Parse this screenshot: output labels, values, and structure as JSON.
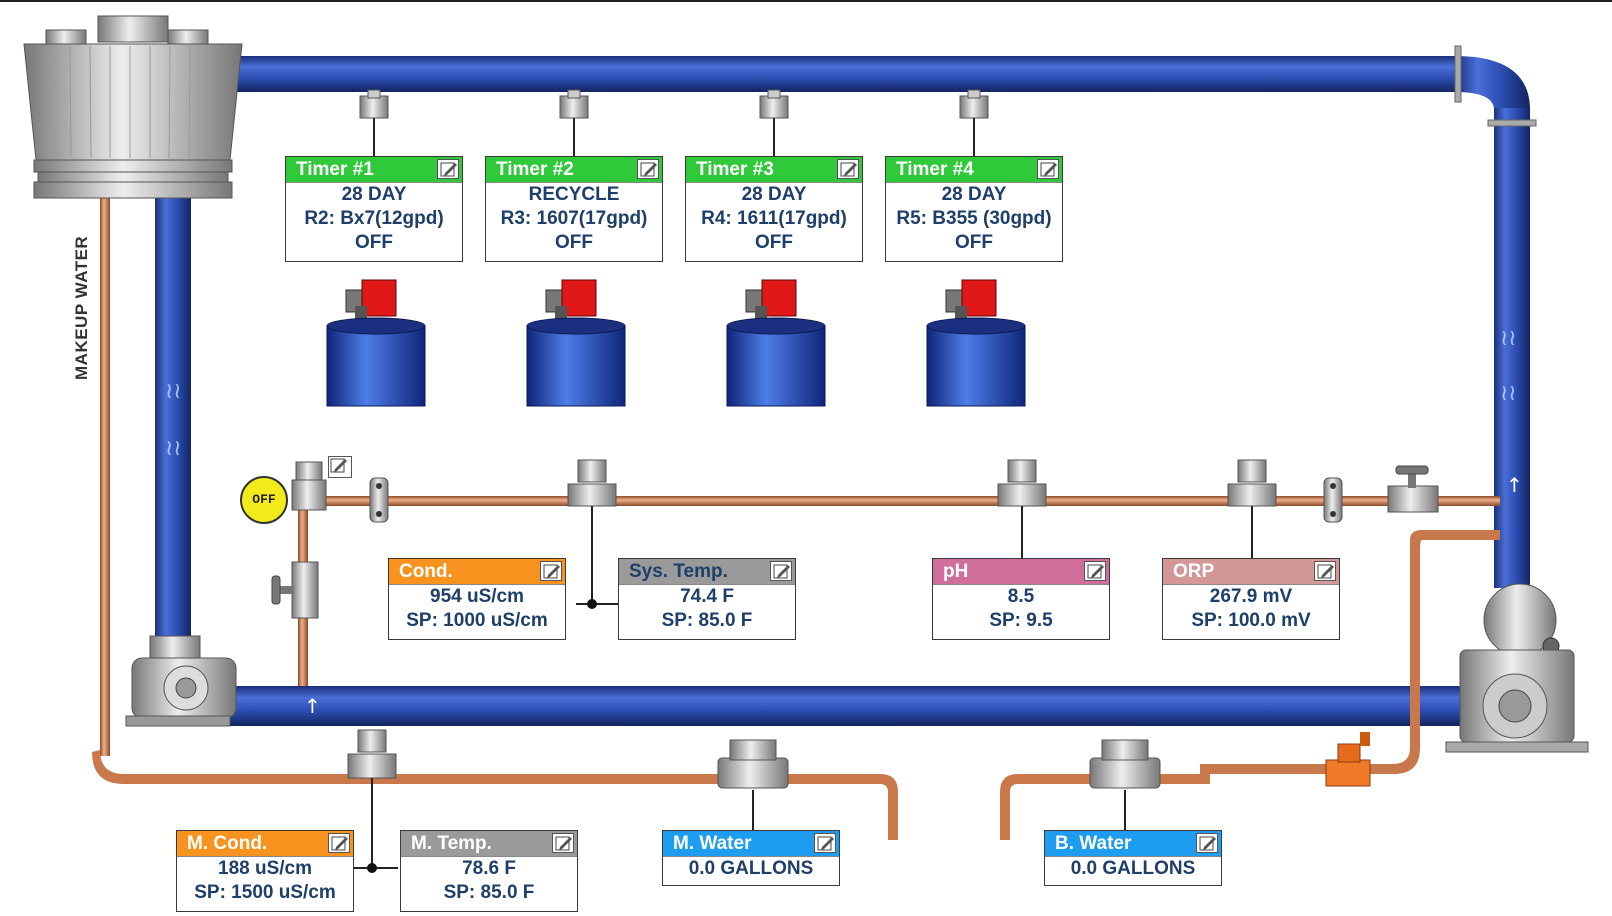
{
  "makeup_label": "MAKEUP WATER",
  "off_button": "OFF",
  "colors": {
    "blue_pipe": "#2d4fb5",
    "copper_pipe": "#c8784a",
    "timer_header": "#2fc93a",
    "cond_header": "#f7931e",
    "temp_header": "#9a9a9a",
    "ph_header": "#cf6e9b",
    "orp_header": "#d29796",
    "water_header": "#1e9df0"
  },
  "timers": [
    {
      "title": "Timer #1",
      "line1": "28 DAY",
      "line2": "R2: Bx7(12gpd)",
      "line3": "OFF"
    },
    {
      "title": "Timer #2",
      "line1": "RECYCLE",
      "line2": "R3: 1607(17gpd)",
      "line3": "OFF"
    },
    {
      "title": "Timer #3",
      "line1": "28 DAY",
      "line2": "R4: 1611(17gpd)",
      "line3": "OFF"
    },
    {
      "title": "Timer #4",
      "line1": "28 DAY",
      "line2": "R5: B355 (30gpd)",
      "line3": "OFF"
    }
  ],
  "sensors": {
    "cond": {
      "title": "Cond.",
      "value": "954 uS/cm",
      "sp": "SP: 1000 uS/cm"
    },
    "sys_temp": {
      "title": "Sys. Temp.",
      "value": "74.4 F",
      "sp": "SP: 85.0 F"
    },
    "ph": {
      "title": "pH",
      "value": "8.5",
      "sp": "SP: 9.5"
    },
    "orp": {
      "title": "ORP",
      "value": "267.9 mV",
      "sp": "SP: 100.0 mV"
    },
    "m_cond": {
      "title": "M. Cond.",
      "value": "188 uS/cm",
      "sp": "SP: 1500 uS/cm"
    },
    "m_temp": {
      "title": "M. Temp.",
      "value": "78.6 F",
      "sp": "SP: 85.0 F"
    }
  },
  "meters": {
    "m_water": {
      "title": "M. Water",
      "value": "0.0 GALLONS"
    },
    "b_water": {
      "title": "B. Water",
      "value": "0.0 GALLONS"
    }
  }
}
